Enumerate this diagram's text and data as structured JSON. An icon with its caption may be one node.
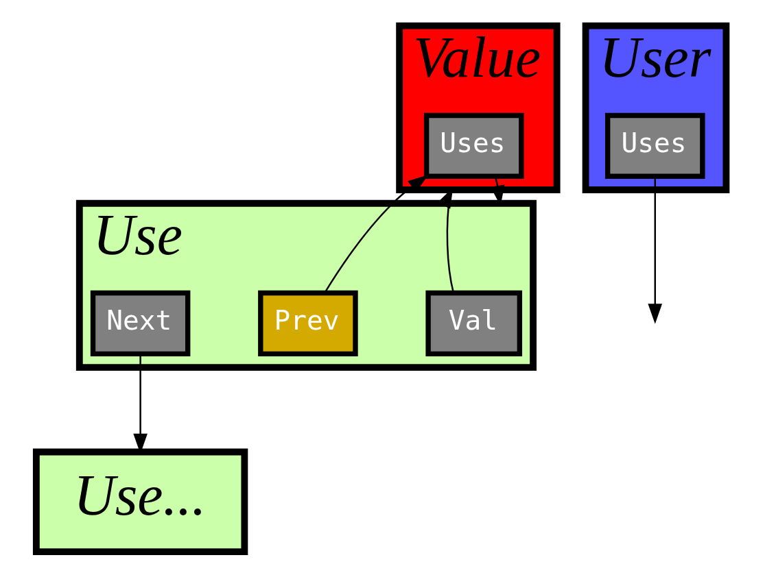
{
  "diagram": {
    "nodes": [
      {
        "text": [
          "Value"
        ]
      },
      {
        "text": [
          "Uses"
        ],
        "in": 0
      },
      {
        "text": [
          "Use"
        ]
      },
      {
        "text": [
          "Val"
        ],
        "in": 2
      },
      {
        "text": [
          "Prev"
        ],
        "in": 2
      },
      {
        "text": [
          "Next"
        ],
        "in": 2
      },
      {
        "text": [
          "User"
        ]
      },
      {
        "text": [
          "Uses"
        ],
        "in": 6
      },
      {
        "text": [
          "Use..."
        ]
      }
    ],
    "edges": [
      {
        "from": 1,
        "to": 2,
        "arrow": "to"
      },
      {
        "from": 3,
        "to": 0,
        "arrow": "to"
      },
      {
        "from": 4,
        "to": 1,
        "arrow": "to"
      },
      {
        "from": 5,
        "to": 8,
        "arrow": "to"
      },
      {
        "from": 7,
        "to": null,
        "arrow": "to"
      }
    ]
  }
}
